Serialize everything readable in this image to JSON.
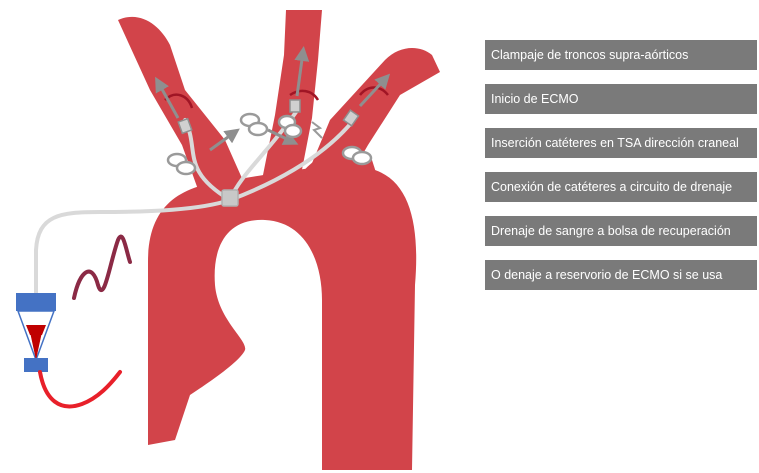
{
  "colors": {
    "aorta": "#d2444a",
    "step_box": "#7a7a7a",
    "step_text": "#ffffff",
    "catheter": "#d9d9d9",
    "clamp": "#9a9a9a",
    "clamp_mark": "#a01525",
    "device_blue": "#4472c4",
    "device_red": "#c00000",
    "tube_red": "#e8202a",
    "tube_dark": "#8b2a45"
  },
  "icons": {
    "clamps": "surgical-clamp-icon",
    "flow_arrows": "arrow-icon",
    "device": "recovery-bag-icon"
  },
  "steps": [
    "Clampaje de troncos supra-aórticos",
    "Inicio de ECMO",
    "Inserción catéteres en TSA dirección craneal",
    "Conexión de catéteres a circuito de drenaje",
    "Drenaje de sangre a bolsa de recuperación",
    "O denaje a reservorio de ECMO si se usa"
  ]
}
